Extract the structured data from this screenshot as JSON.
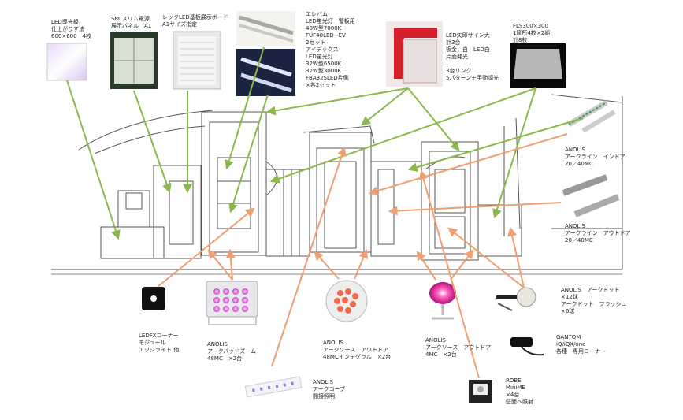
{
  "labels": {
    "led_panel": [
      "LED導光板",
      "仕上がりす法",
      "600×600　4枚"
    ],
    "src_slim": [
      "SRCスリム電源",
      "展示パネル　A1"
    ],
    "rack_led": [
      "レックLED基板展示ボード",
      "A1サイズ指定"
    ],
    "elebam": [
      "エレバム",
      "LED蛍光灯　警板用",
      "40W型7000K",
      "FUF40LED−EV",
      "2セット",
      "アイデックス",
      "LED蛍光灯",
      "32W型6500K",
      "32W型3000K",
      "FBA32SLED片側",
      "×各2セット"
    ],
    "led_sign": [
      "LED矢印サイン大",
      "計3台",
      "板金：白　LED白",
      "片面発光",
      "",
      "3台リンク",
      "5パターン＋手動調光"
    ],
    "fls": [
      "FLS300×300",
      "1筐所4枚×2組",
      "計8枚"
    ],
    "anolis_indoor": [
      "ANOLIS",
      "アークライン　インドア",
      "20／40MC"
    ],
    "anolis_outdoor": [
      "ANOLIS",
      "アークライン　アウトドア",
      "20／40MC"
    ],
    "ledfx": [
      "LEDFXコーナー",
      "モジュール",
      "エッジライト 他"
    ],
    "pad_zoom": [
      "ANOLIS",
      "アークパッドズーム",
      "48MC　×2台"
    ],
    "arcsource48": [
      "ANOLIS",
      "アークソース　アウトドア",
      "48MCインテグラル　×2台"
    ],
    "arcsource4": [
      "ANOLIS",
      "アークソース　アウトドア",
      "4MC　×2台"
    ],
    "arcdot": [
      "ANOLIS　アークドット",
      "×12球",
      "アークドット　フラッシュ",
      "×6球"
    ],
    "gantom": [
      "GANTOM",
      "iQ/iQX/one",
      "各種　専用コーナー"
    ],
    "arccove": [
      "ANOLIS",
      "アークコーブ",
      "間接照明"
    ],
    "robe": [
      "ROBE",
      "MiniME",
      "×4台",
      "壁面へ照射"
    ]
  },
  "colors": {
    "green_arrow": "#8bb84a",
    "orange_arrow": "#f0a070",
    "line": "#555555"
  }
}
